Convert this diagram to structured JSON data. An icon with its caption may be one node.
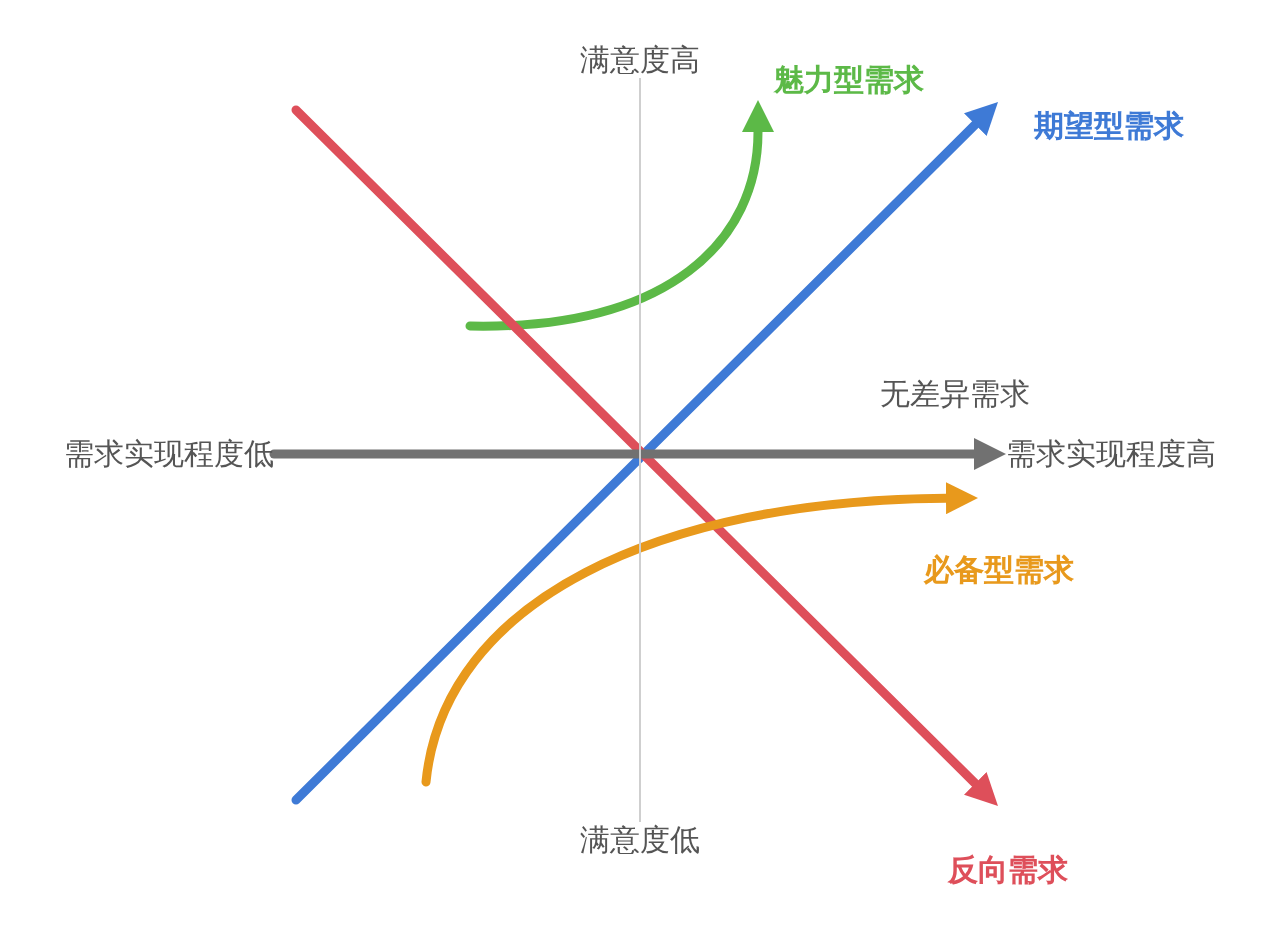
{
  "diagram": {
    "nodes": [
      {
        "text": [
          "满意度高"
        ]
      },
      {
        "text": [
          "魅力型需求"
        ]
      },
      {
        "text": [
          "期望型需求"
        ]
      },
      {
        "text": [
          "需求实现程度低"
        ]
      },
      {
        "text": [
          "需求实现程度高"
        ]
      },
      {
        "text": [
          "必备型需求"
        ]
      },
      {
        "text": [
          "满意度低"
        ]
      },
      {
        "text": [
          "反向需求"
        ]
      }
    ],
    "edges": [
      {
        "from": null,
        "to": 1,
        "arrow": "to",
        "color": "#5cb947"
      },
      {
        "from": null,
        "to": 2,
        "arrow": "to",
        "color": "#3e7ad6"
      },
      {
        "from": null,
        "to": 7,
        "arrow": "to",
        "color": "#de4f5a"
      },
      {
        "from": null,
        "to": 5,
        "arrow": "to",
        "color": "#e8991c"
      },
      {
        "from": 3,
        "to": 4,
        "arrow": "to",
        "label": "无差异需求",
        "color": "#717171"
      },
      {
        "from": 0,
        "to": 6,
        "arrow": "none",
        "color": "#cfcfcf"
      }
    ]
  }
}
